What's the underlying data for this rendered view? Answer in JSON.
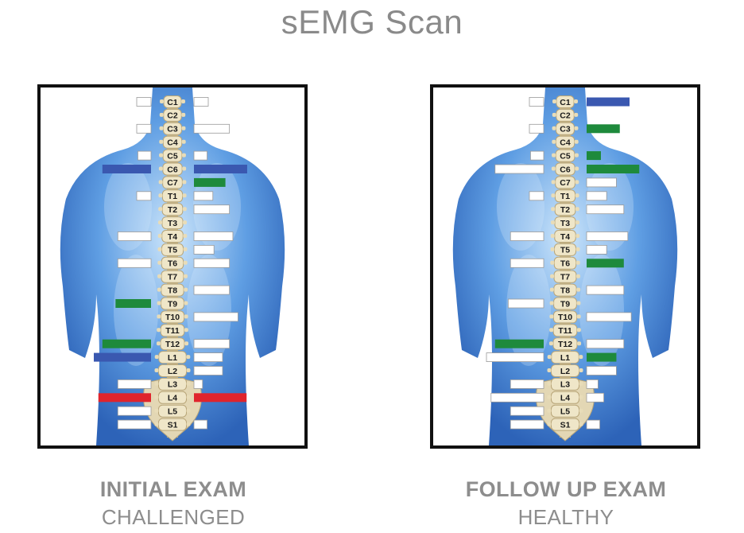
{
  "title": "sEMG Scan",
  "vertebrae": [
    "C1",
    "C2",
    "C3",
    "C4",
    "C5",
    "C6",
    "C7",
    "T1",
    "T2",
    "T3",
    "T4",
    "T5",
    "T6",
    "T7",
    "T8",
    "T9",
    "T10",
    "T11",
    "T12",
    "L1",
    "L2",
    "L3",
    "L4",
    "L5",
    "S1"
  ],
  "colors": {
    "normal": "#ffffff",
    "mild": "#1e8a3c",
    "moderate": "#3a58b0",
    "severe": "#e0242c",
    "outline": "#9a9a9a"
  },
  "panels": [
    {
      "caption": "INITIAL EXAM",
      "subcaption": "CHALLENGED",
      "readings": [
        {
          "left": {
            "level": 0.25,
            "status": "normal"
          },
          "right": {
            "level": 0.25,
            "status": "normal"
          }
        },
        {
          "left": null,
          "right": null
        },
        {
          "left": {
            "level": 0.25,
            "status": "normal"
          },
          "right": {
            "level": 0.62,
            "status": "normal"
          }
        },
        {
          "left": null,
          "right": null
        },
        {
          "left": {
            "level": 0.23,
            "status": "normal"
          },
          "right": {
            "level": 0.23,
            "status": "normal"
          }
        },
        {
          "left": {
            "level": 0.85,
            "status": "moderate"
          },
          "right": {
            "level": 0.93,
            "status": "moderate"
          }
        },
        {
          "left": null,
          "right": {
            "level": 0.55,
            "status": "mild"
          }
        },
        {
          "left": {
            "level": 0.25,
            "status": "normal"
          },
          "right": {
            "level": 0.33,
            "status": "normal"
          }
        },
        {
          "left": null,
          "right": {
            "level": 0.62,
            "status": "normal"
          }
        },
        {
          "left": null,
          "right": null
        },
        {
          "left": {
            "level": 0.58,
            "status": "normal"
          },
          "right": {
            "level": 0.68,
            "status": "normal"
          }
        },
        {
          "left": null,
          "right": {
            "level": 0.35,
            "status": "normal"
          }
        },
        {
          "left": {
            "level": 0.58,
            "status": "normal"
          },
          "right": {
            "level": 0.62,
            "status": "normal"
          }
        },
        {
          "left": null,
          "right": null
        },
        {
          "left": null,
          "right": {
            "level": 0.62,
            "status": "normal"
          }
        },
        {
          "left": {
            "level": 0.62,
            "status": "mild"
          },
          "right": null
        },
        {
          "left": null,
          "right": {
            "level": 0.77,
            "status": "normal"
          }
        },
        {
          "left": null,
          "right": null
        },
        {
          "left": {
            "level": 0.85,
            "status": "mild"
          },
          "right": {
            "level": 0.62,
            "status": "normal"
          }
        },
        {
          "left": {
            "level": 1.0,
            "status": "moderate"
          },
          "right": {
            "level": 0.5,
            "status": "normal"
          }
        },
        {
          "left": null,
          "right": {
            "level": 0.5,
            "status": "normal"
          }
        },
        {
          "left": {
            "level": 0.58,
            "status": "normal"
          },
          "right": {
            "level": 0.15,
            "status": "normal"
          }
        },
        {
          "left": {
            "level": 0.92,
            "status": "severe"
          },
          "right": {
            "level": 0.92,
            "status": "severe"
          }
        },
        {
          "left": {
            "level": 0.58,
            "status": "normal"
          },
          "right": null
        },
        {
          "left": {
            "level": 0.58,
            "status": "normal"
          },
          "right": {
            "level": 0.23,
            "status": "normal"
          }
        }
      ]
    },
    {
      "caption": "FOLLOW UP EXAM",
      "subcaption": "HEALTHY",
      "readings": [
        {
          "left": {
            "level": 0.25,
            "status": "normal"
          },
          "right": {
            "level": 0.75,
            "status": "moderate"
          }
        },
        {
          "left": null,
          "right": null
        },
        {
          "left": {
            "level": 0.25,
            "status": "normal"
          },
          "right": {
            "level": 0.58,
            "status": "mild"
          }
        },
        {
          "left": null,
          "right": null
        },
        {
          "left": {
            "level": 0.23,
            "status": "normal"
          },
          "right": {
            "level": 0.25,
            "status": "mild"
          }
        },
        {
          "left": {
            "level": 0.85,
            "status": "normal"
          },
          "right": {
            "level": 0.92,
            "status": "mild"
          }
        },
        {
          "left": null,
          "right": {
            "level": 0.52,
            "status": "normal"
          }
        },
        {
          "left": {
            "level": 0.25,
            "status": "normal"
          },
          "right": {
            "level": 0.35,
            "status": "normal"
          }
        },
        {
          "left": null,
          "right": {
            "level": 0.65,
            "status": "normal"
          }
        },
        {
          "left": null,
          "right": null
        },
        {
          "left": {
            "level": 0.58,
            "status": "normal"
          },
          "right": {
            "level": 0.72,
            "status": "normal"
          }
        },
        {
          "left": null,
          "right": {
            "level": 0.35,
            "status": "normal"
          }
        },
        {
          "left": {
            "level": 0.58,
            "status": "normal"
          },
          "right": {
            "level": 0.65,
            "status": "mild"
          }
        },
        {
          "left": null,
          "right": null
        },
        {
          "left": null,
          "right": {
            "level": 0.65,
            "status": "normal"
          }
        },
        {
          "left": {
            "level": 0.62,
            "status": "normal"
          },
          "right": null
        },
        {
          "left": null,
          "right": {
            "level": 0.78,
            "status": "normal"
          }
        },
        {
          "left": null,
          "right": null
        },
        {
          "left": {
            "level": 0.85,
            "status": "mild"
          },
          "right": {
            "level": 0.65,
            "status": "normal"
          }
        },
        {
          "left": {
            "level": 1.0,
            "status": "normal"
          },
          "right": {
            "level": 0.52,
            "status": "mild"
          }
        },
        {
          "left": null,
          "right": {
            "level": 0.52,
            "status": "normal"
          }
        },
        {
          "left": {
            "level": 0.58,
            "status": "normal"
          },
          "right": {
            "level": 0.2,
            "status": "normal"
          }
        },
        {
          "left": {
            "level": 0.92,
            "status": "normal"
          },
          "right": {
            "level": 0.3,
            "status": "normal"
          }
        },
        {
          "left": {
            "level": 0.58,
            "status": "normal"
          },
          "right": null
        },
        {
          "left": {
            "level": 0.58,
            "status": "normal"
          },
          "right": {
            "level": 0.23,
            "status": "normal"
          }
        }
      ]
    }
  ]
}
